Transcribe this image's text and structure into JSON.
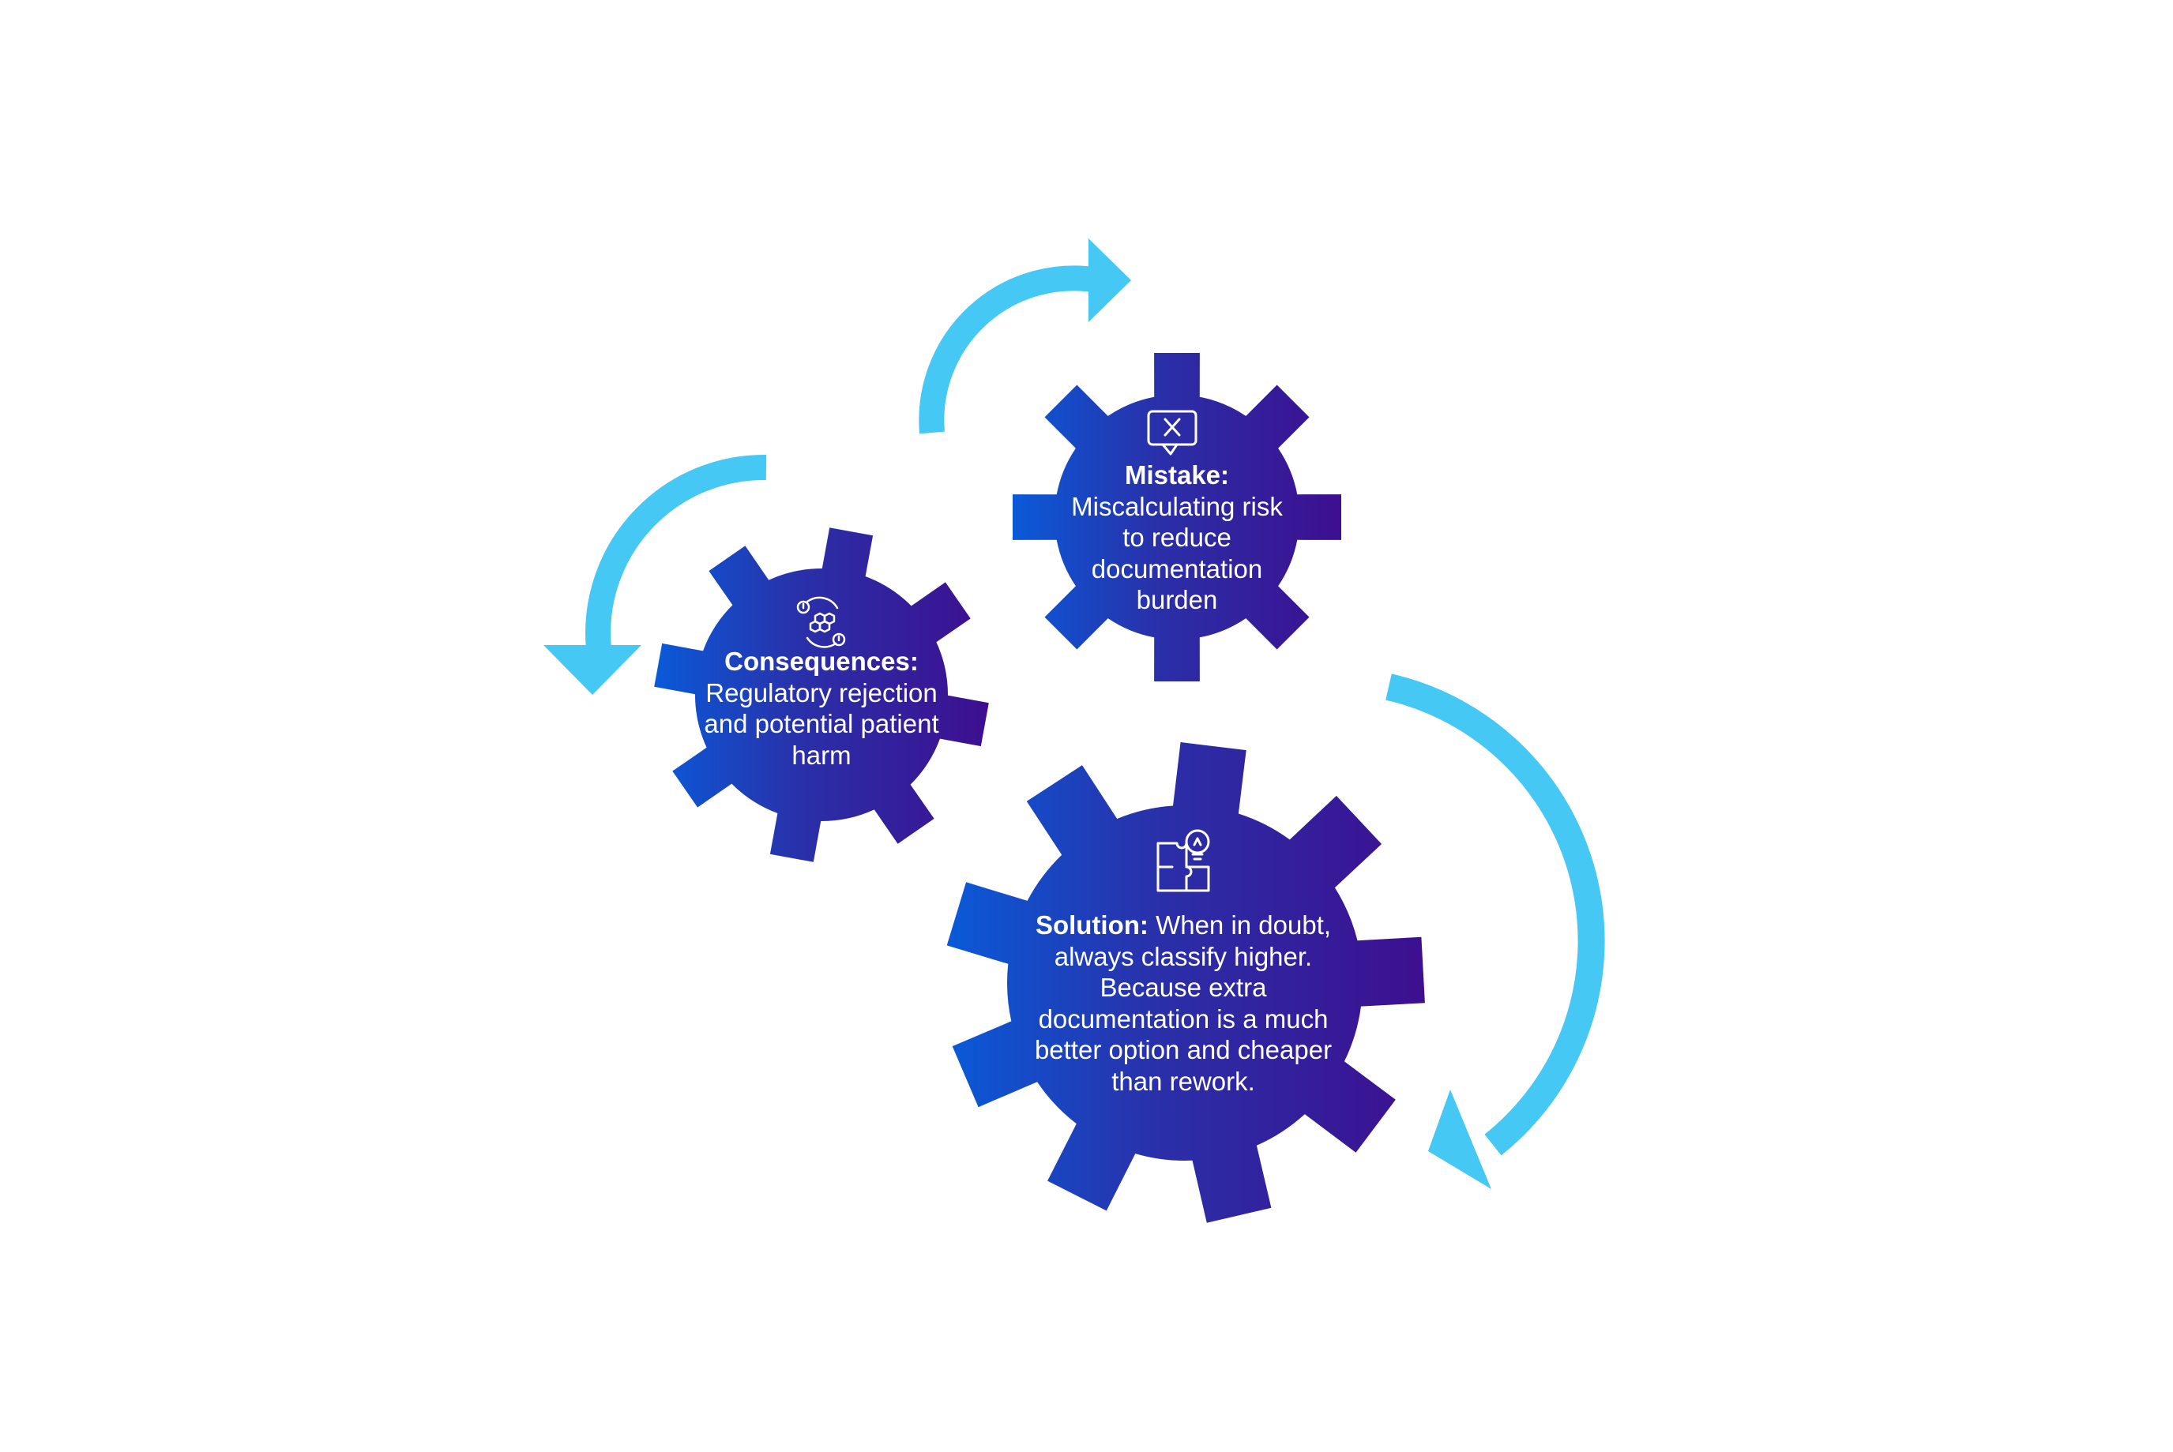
{
  "colors": {
    "arrow": "#46c8f5",
    "gear_left": "#0a5ad8",
    "gear_mid": "#2a2fa8",
    "gear_right": "#3d0f8f",
    "text": "#ffffff",
    "background": "#ffffff"
  },
  "gears": {
    "mistake": {
      "title": "Mistake:",
      "body": "Miscalculating risk to reduce documentation burden",
      "icon": "speech-bubble-x-icon"
    },
    "consequences": {
      "title": "Consequences:",
      "body": "Regulatory rejection and potential patient harm",
      "icon": "warning-hexagons-icon"
    },
    "solution": {
      "title": "Solution:",
      "body": "When in doubt, always classify higher. Because extra documentation is a much better option and cheaper than rework.",
      "icon": "puzzle-lightbulb-icon"
    }
  }
}
